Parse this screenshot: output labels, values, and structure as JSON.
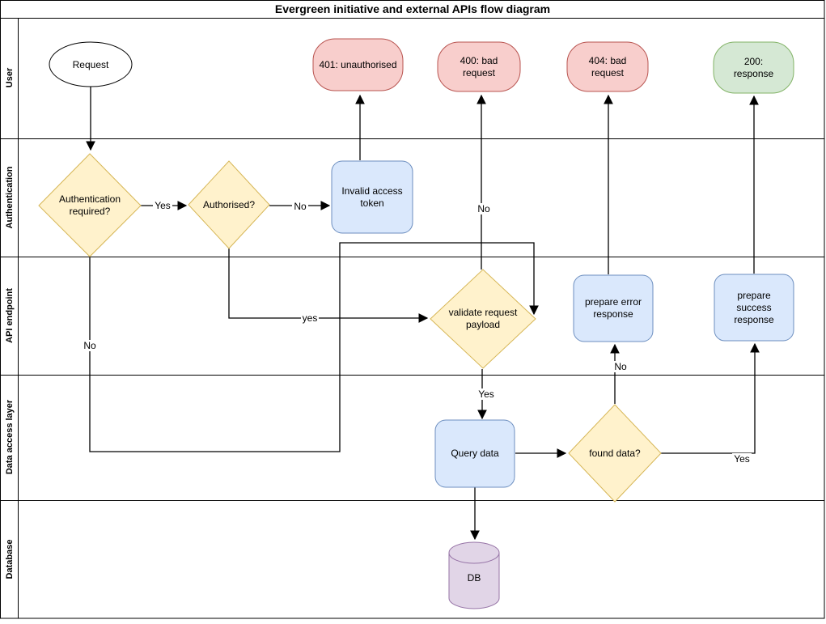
{
  "title": "Evergreen initiative and external APIs flow diagram",
  "lanes": [
    {
      "label": "User"
    },
    {
      "label": "Authentication"
    },
    {
      "label": "API endpoint"
    },
    {
      "label": "Data access layer"
    },
    {
      "label": "Database"
    }
  ],
  "nodes": {
    "request": "Request",
    "unauthorised_401": "401: unauthorised",
    "bad_request_400": "400: bad request",
    "bad_request_404": "404: bad request",
    "response_200": "200: response",
    "auth_required": "Authentication required?",
    "authorised": "Authorised?",
    "invalid_access_token": "Invalid access token",
    "validate_payload": "validate request payload",
    "prepare_error": "prepare error response",
    "prepare_success": "prepare success response",
    "query_data": "Query data",
    "found_data": "found data?",
    "db": "DB"
  },
  "edge_labels": {
    "auth_required_yes": "Yes",
    "auth_required_no": "No",
    "authorised_no": "No",
    "authorised_yes": "yes",
    "validate_no": "No",
    "validate_yes": "Yes",
    "found_no": "No",
    "found_yes": "Yes"
  },
  "colors": {
    "canvas_bg": "#ffffff",
    "pool_border": "#000000",
    "start_fill": "#ffffff",
    "start_stroke": "#000000",
    "error_fill": "#f8cecc",
    "error_stroke": "#b85450",
    "success_fill": "#d5e8d4",
    "success_stroke": "#82b366",
    "process_fill": "#dae8fc",
    "process_stroke": "#6c8ebf",
    "decision_fill": "#fff2cc",
    "decision_stroke": "#d6b656",
    "database_fill": "#e1d5e7",
    "database_stroke": "#9673a6",
    "edge_color": "#000000"
  }
}
